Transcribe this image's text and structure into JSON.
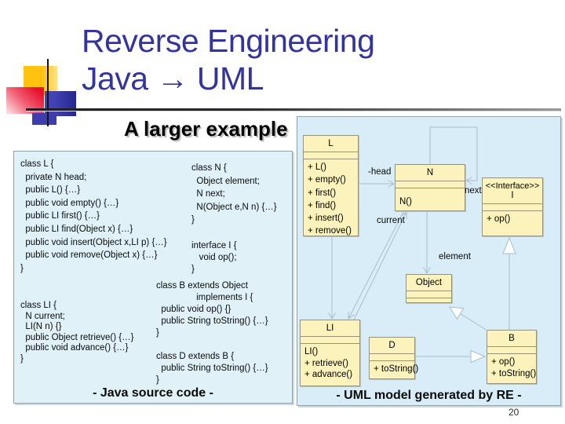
{
  "slide": {
    "title_line1": "Reverse Engineering",
    "title_line2": "Java → UML",
    "subtitle": "A larger example",
    "page_number": "20"
  },
  "code_panel": {
    "caption": "- Java source code -",
    "block_l": "class L {\n  private N head;\n  public L() {…}\n  public void empty() {…}\n  public LI first() {…}\n  public LI find(Object x) {…}\n  public void insert(Object x,LI p) {…}\n  public void remove(Object x) {…}\n}",
    "block_li": "class LI {\n  N current;\n  LI(N n) {}\n  public Object retrieve() {…}\n  public void advance() {…}\n}",
    "block_n": "class N {\n  Object element;\n  N next;\n  N(Object e,N n) {…}\n}",
    "block_i": "interface I {\n   void op();\n}",
    "block_b": "class B extends Object\n                implements I {\n  public void op() {}\n  public String toString() {…}\n}",
    "block_d": "class D extends B {\n  public String toString() {…}\n}"
  },
  "uml_panel": {
    "caption": "- UML model generated by RE -",
    "classes": [
      {
        "name": "L",
        "methods": "+ L()\n+ empty()\n+ first()\n+ find()\n+ insert()\n+ remove()"
      },
      {
        "name": "N",
        "methods": "N()"
      },
      {
        "name": "I",
        "stereotype": "<<Interface>>",
        "methods": "+ op()"
      },
      {
        "name": "Object",
        "methods": ""
      },
      {
        "name": "LI",
        "methods": "LI()\n+ retrieve()\n+ advance()"
      },
      {
        "name": "D",
        "methods": "+ toString()"
      },
      {
        "name": "B",
        "methods": "+ op()\n+ toString()"
      }
    ],
    "labels": {
      "head": "-head",
      "next": "next",
      "current": "current",
      "element": "element"
    }
  },
  "colors": {
    "title_text": "#34349e",
    "panel_background": "#d8edf7",
    "class_box_fill": "#fbf3bb",
    "class_box_border": "#97927c",
    "association_line": "#a8bdce",
    "decoration_yellow": "#ffc20e",
    "decoration_red": "#e8112d",
    "decoration_blue": "#3333a6"
  }
}
